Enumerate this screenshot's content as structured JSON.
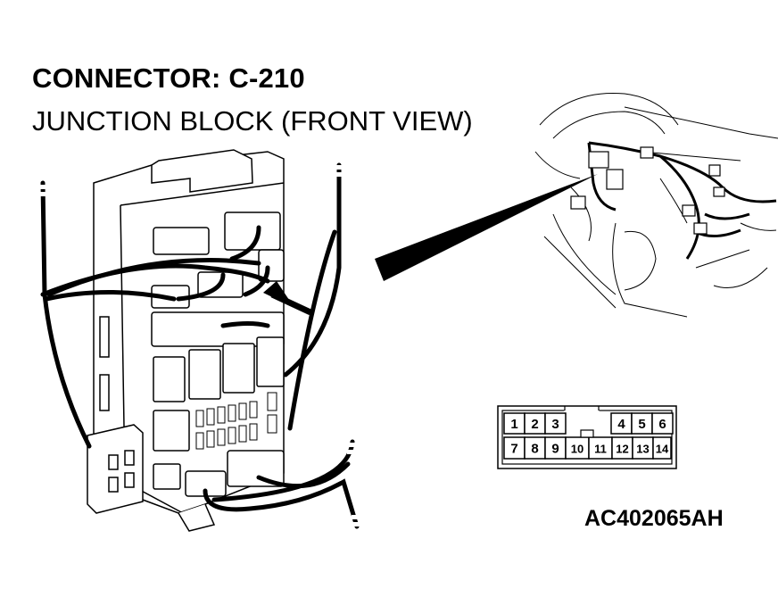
{
  "header": {
    "title": "CONNECTOR: C-210",
    "subtitle": "JUNCTION BLOCK (FRONT VIEW)"
  },
  "figure_code": "AC402065AH",
  "connector": {
    "top_row": [
      "1",
      "2",
      "3",
      "4",
      "5",
      "6"
    ],
    "bottom_row": [
      "7",
      "8",
      "9",
      "10",
      "11",
      "12",
      "13",
      "14"
    ]
  }
}
